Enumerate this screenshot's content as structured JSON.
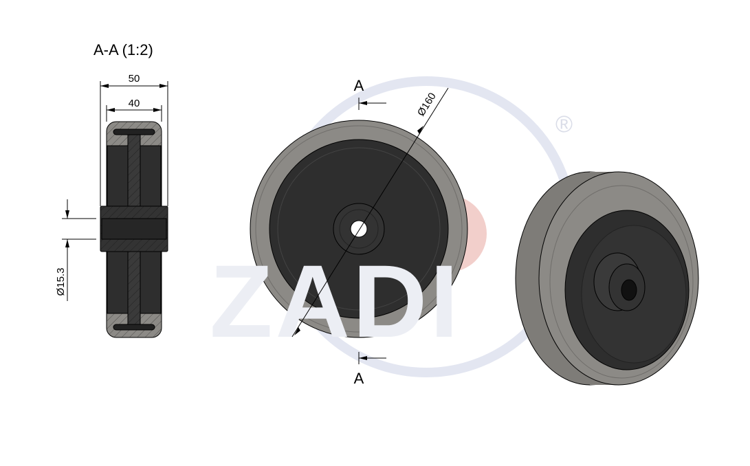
{
  "section_view": {
    "title": "A-A (1:2)",
    "dim_overall_width": "50",
    "dim_tread_width": "40",
    "dim_bore": "Ø15.3"
  },
  "front_view": {
    "dim_diameter": "Ø160",
    "section_label_top": "A",
    "section_label_bottom": "A"
  },
  "watermark": {
    "logo_text": "ZADI",
    "registered_mark": "®"
  },
  "colors": {
    "tire": "#8c8a86",
    "hub": "#2e2e2e",
    "watermark_blue": "#dfe3f0",
    "watermark_red": "#e8a8a0"
  }
}
